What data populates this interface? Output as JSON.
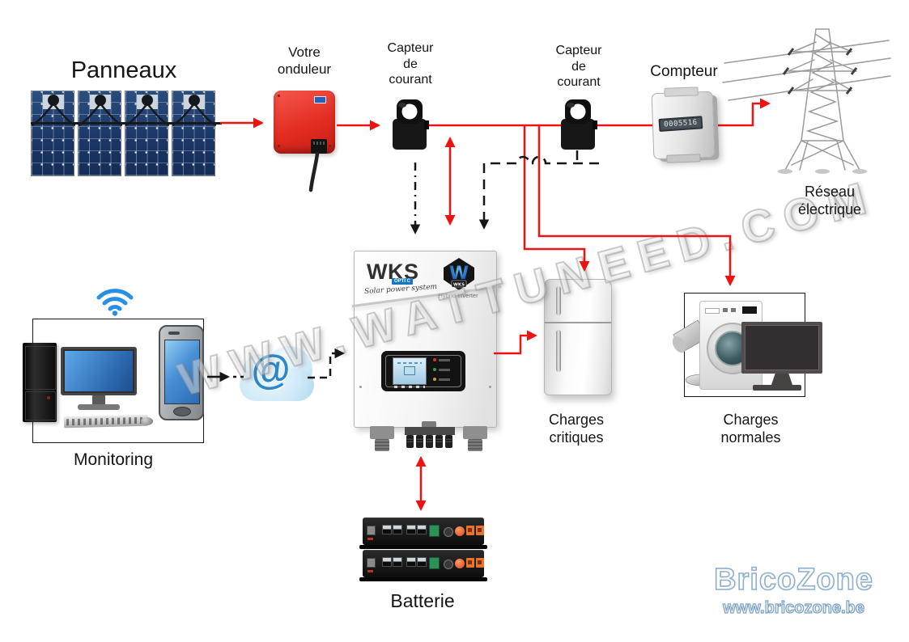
{
  "labels": {
    "panels": "Panneaux",
    "user_inverter": "Votre onduleur",
    "ct1": "Capteur de courant",
    "ct2": "Capteur de courant",
    "meter": "Compteur",
    "grid": "Réseau électrique",
    "monitoring": "Monitoring",
    "critical_loads": "Charges critiques",
    "normal_loads": "Charges normales",
    "battery": "Batterie"
  },
  "meter": {
    "reading": "0005516"
  },
  "wks": {
    "brand": "WKS",
    "badge": "OPTI C",
    "tagline": "Solar power system",
    "logo_badge": "WKS",
    "logo_caption": "Hybrid Inverter"
  },
  "cloud": {
    "symbol": "@"
  },
  "watermark": "WWW.WATTUNEED.COM",
  "branding": {
    "name": "BricoZone",
    "url": "www.bricozone.be"
  },
  "colors": {
    "wire_red": "#ee1212",
    "wire_black": "#161616",
    "watermark_gray": "#969696",
    "brand_blue": "#7a9fc2"
  }
}
